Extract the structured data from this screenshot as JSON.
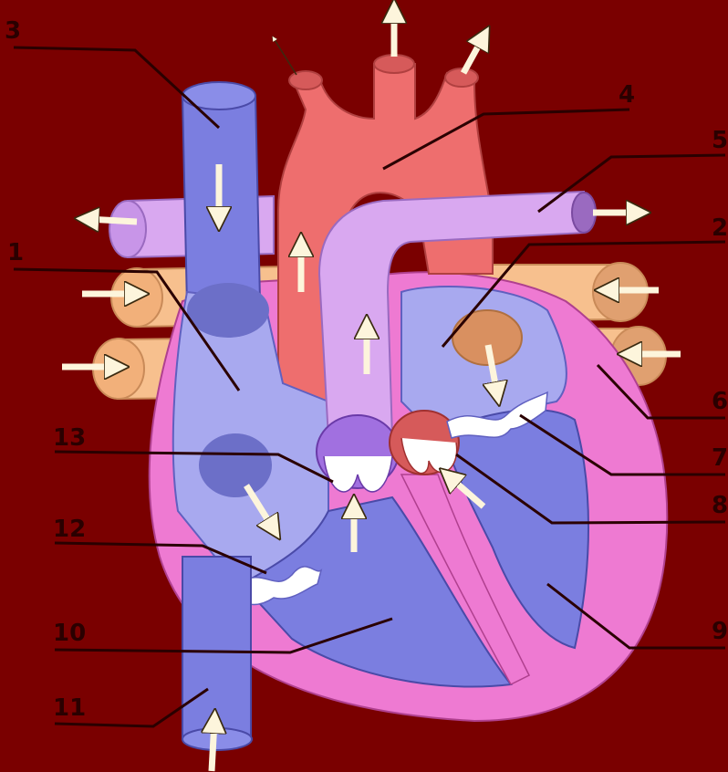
{
  "diagram": {
    "subject": "heart anatomy",
    "labels": [
      "1",
      "2",
      "3",
      "4",
      "5",
      "6",
      "7",
      "8",
      "9",
      "10",
      "11",
      "12",
      "13"
    ]
  },
  "colors": {
    "background": "#7a0000",
    "deoxygenated": "#7b7ee0",
    "oxygenated": "#ee6e6e",
    "pulmonary_artery": "#d9a8f0",
    "pulmonary_veins": "#f7c08e",
    "myocardium": "#ee7ad2",
    "arrow": "#fdf5dc"
  }
}
